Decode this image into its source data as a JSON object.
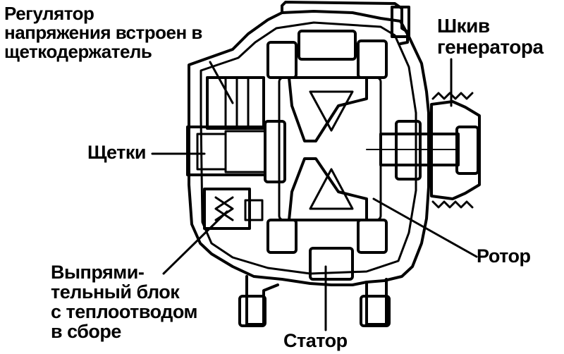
{
  "labels": {
    "regulator": [
      "Регулятор",
      "напряжения встроен в",
      "щеткодержатель"
    ],
    "pulley": [
      "Шкив",
      "генератора"
    ],
    "brushes": "Щетки",
    "rotor": "Ротор",
    "rectifier": [
      "Выпрями-",
      "тельный блок",
      "с теплоотводом",
      "в сборе"
    ],
    "stator": "Статор"
  },
  "colors": {
    "ink": "#000000",
    "paper": "#ffffff"
  }
}
